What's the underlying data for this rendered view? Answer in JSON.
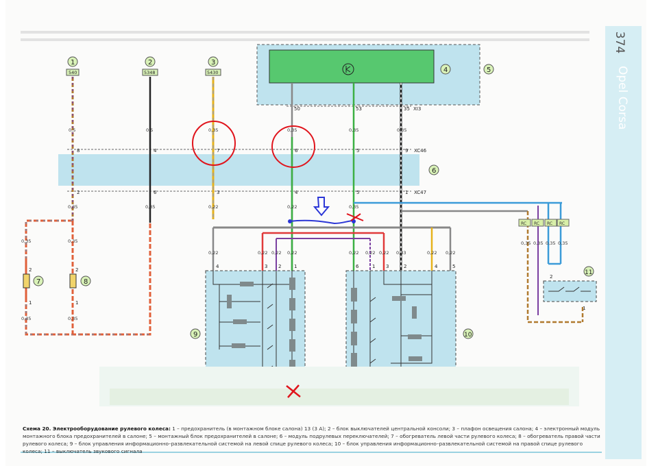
{
  "page": {
    "number": "374",
    "brand": "Opel Corsa"
  },
  "caption": {
    "title": "Схема 20. Электрооборудование рулевого колеса:",
    "text": "1 – предохранитель (в монтажном блоке салона) 13 (3 А); 2 – блок выключателей центральной консоли; 3 – плафон освещения салона; 4 – электронный модуль монтажного блока предохранителей в салоне; 5 – монтажный блок предохранителей в салоне; 6 – модуль подрулевых переключателей; 7 – обогреватель левой части рулевого колеса; 8 – обогреватель правой части рулевого колеса; 9 – блок управления информационно–развлекательной системой на левой спице рулевого колеса; 10 – блок управления информационно–развлекательной системой на правой спице рулевого колеса; 11 – выключатель звукового сигнала"
  },
  "components": {
    "c1": "1",
    "c2": "2",
    "c3": "3",
    "c4": "4",
    "c5": "5",
    "c6": "6",
    "c7": "7",
    "c8": "8",
    "c9": "9",
    "c10": "10",
    "c11": "11"
  },
  "wire_codes": {
    "w1": "540",
    "w2": "5348",
    "w3": "5430"
  },
  "connectors": {
    "xi3": "XI3",
    "xc46": "XC46",
    "xc47": "XC47",
    "rc": "RC"
  },
  "labels": {
    "s05": "0,5",
    "s035": "0,35",
    "s022": "0,22",
    "s033": "0,33",
    "p50": "50",
    "p53": "53",
    "p35": "35",
    "p1": "1",
    "p2": "2",
    "p3": "3",
    "p4": "4",
    "p5": "5",
    "p6": "6",
    "p7": "7",
    "p8": "8",
    "p9": "9"
  },
  "colors": {
    "panel_blue": "#bfe3ee",
    "module_green": "#57c86f",
    "highlight_red": "#e0141c",
    "annotation_blue": "#2b36d6",
    "sidebar": "#d6eef4"
  }
}
